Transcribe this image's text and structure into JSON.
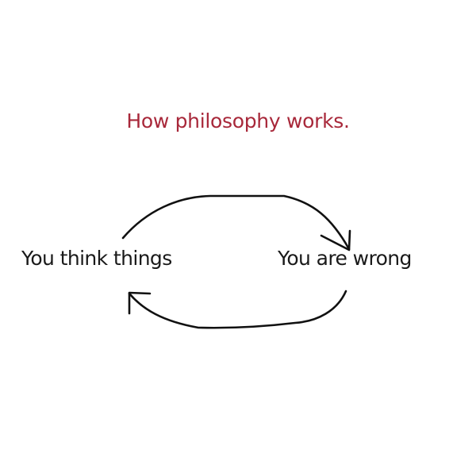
{
  "title": "How philosophy works.",
  "nodes": {
    "left": "You think things",
    "right": "You are wrong"
  },
  "arrows": [
    {
      "from": "You think things",
      "to": "You are wrong",
      "path": "top"
    },
    {
      "from": "You are wrong",
      "to": "You think things",
      "path": "bottom"
    }
  ],
  "colors": {
    "title": "#a8283a",
    "text": "#1a1a1a",
    "stroke": "#111111",
    "background": "#ffffff"
  }
}
